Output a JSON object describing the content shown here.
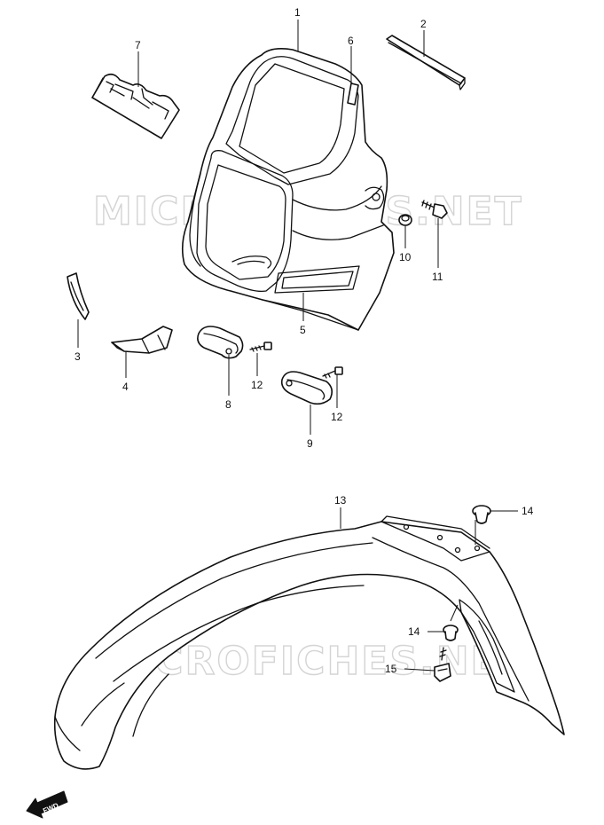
{
  "watermark": {
    "text": "MICROFICHES.NET"
  },
  "fwd_arrow": {
    "text": "FWD"
  },
  "callouts": {
    "c1": "1",
    "c2": "2",
    "c3": "3",
    "c4": "4",
    "c5": "5",
    "c6": "6",
    "c7": "7",
    "c8": "8",
    "c9": "9",
    "c10": "10",
    "c11": "11",
    "c12a": "12",
    "c12b": "12",
    "c13": "13",
    "c14a": "14",
    "c14b": "14",
    "c15": "15"
  }
}
